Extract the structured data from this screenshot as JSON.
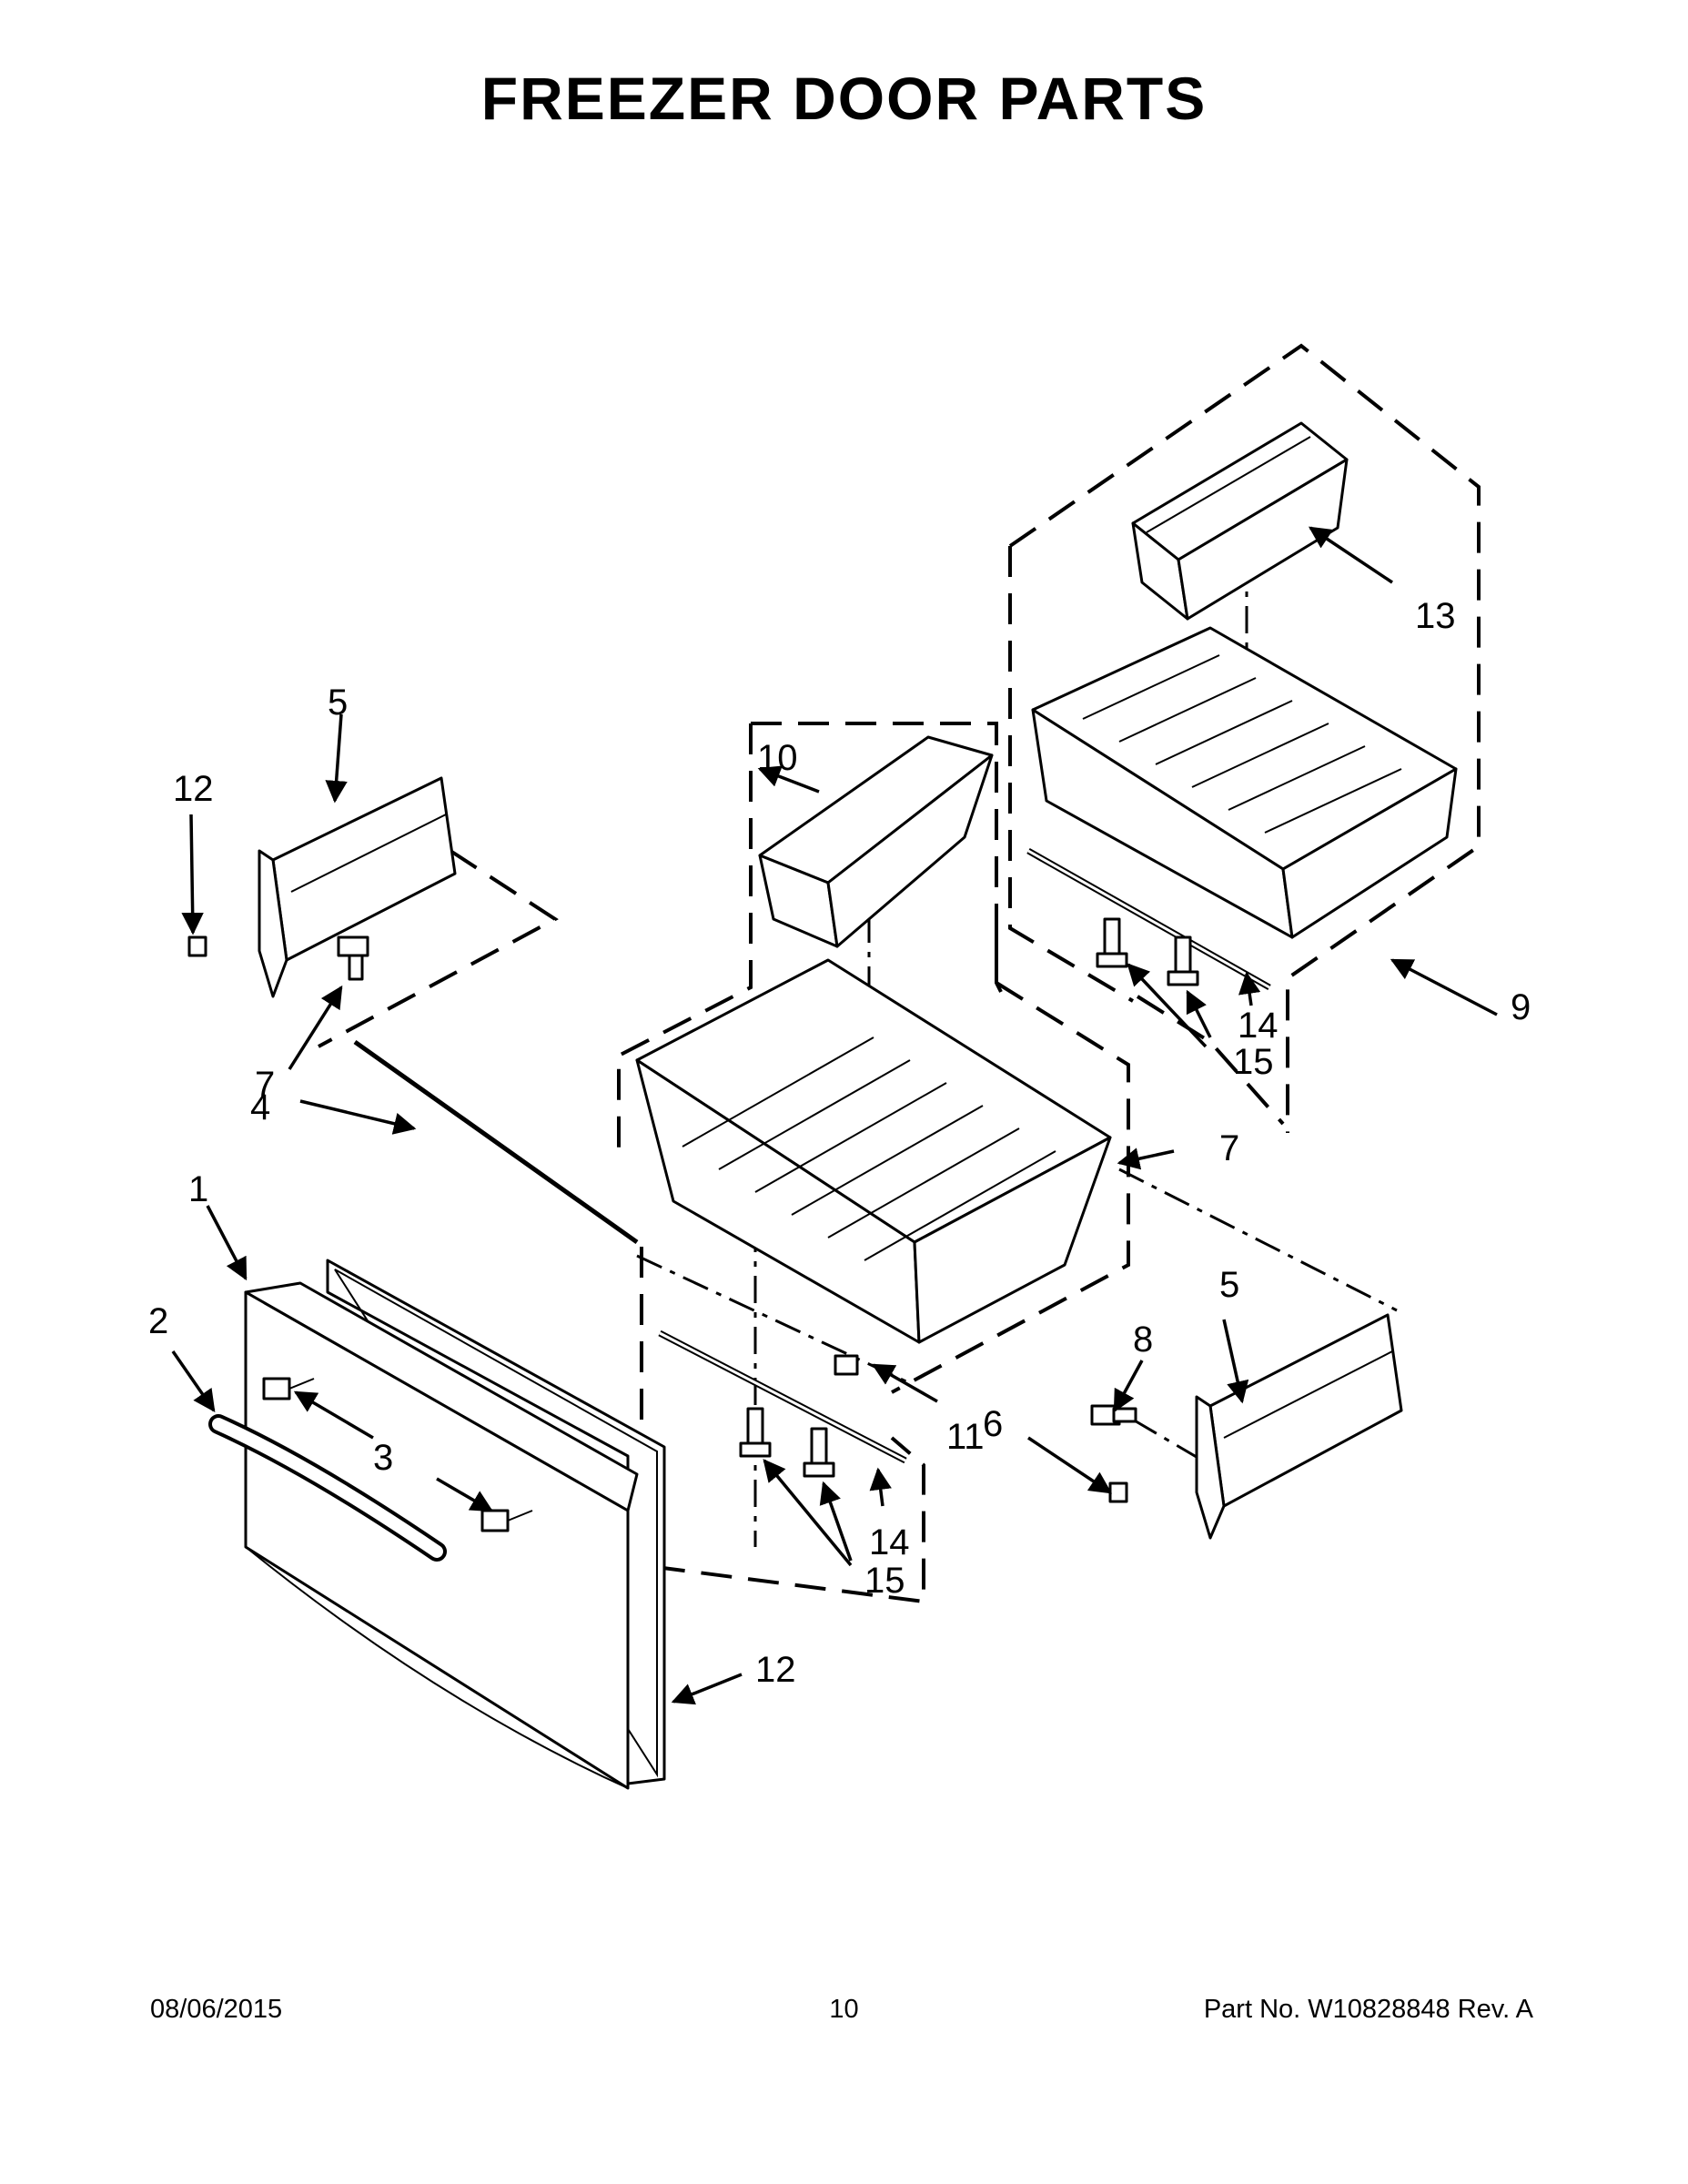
{
  "title": "FREEZER DOOR PARTS",
  "callouts": [
    {
      "id": "c1",
      "label": "1"
    },
    {
      "id": "c2",
      "label": "2"
    },
    {
      "id": "c3",
      "label": "3"
    },
    {
      "id": "c4",
      "label": "4"
    },
    {
      "id": "c5a",
      "label": "5"
    },
    {
      "id": "c5b",
      "label": "5"
    },
    {
      "id": "c6",
      "label": "6"
    },
    {
      "id": "c7a",
      "label": "7"
    },
    {
      "id": "c7b",
      "label": "7"
    },
    {
      "id": "c8",
      "label": "8"
    },
    {
      "id": "c9",
      "label": "9"
    },
    {
      "id": "c10",
      "label": "10"
    },
    {
      "id": "c11",
      "label": "11"
    },
    {
      "id": "c12a",
      "label": "12"
    },
    {
      "id": "c12b",
      "label": "12"
    },
    {
      "id": "c13",
      "label": "13"
    },
    {
      "id": "c14a",
      "label": "14"
    },
    {
      "id": "c15a",
      "label": "15"
    },
    {
      "id": "c14b",
      "label": "14"
    },
    {
      "id": "c15b",
      "label": "15"
    }
  ],
  "footer": {
    "date": "08/06/2015",
    "page": "10",
    "part_number": "Part No.  W10828848  Rev.  A"
  }
}
